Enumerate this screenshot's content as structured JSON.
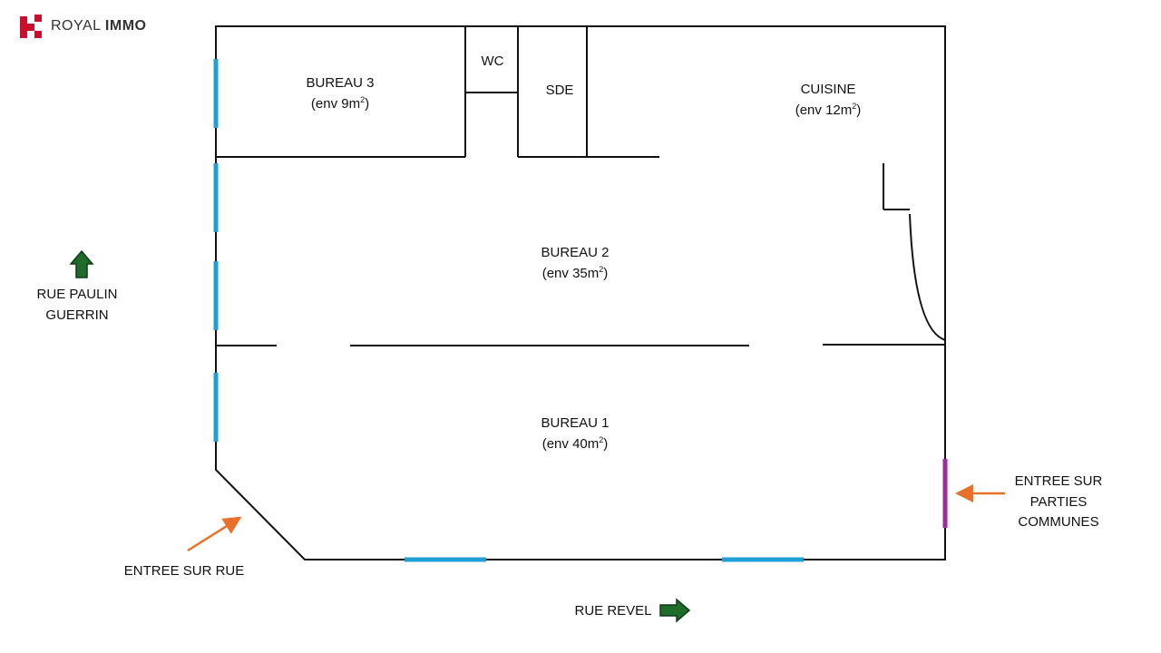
{
  "brand": {
    "name_light": "ROYAL",
    "name_bold": "IMMO",
    "color": "#c8102e"
  },
  "rooms": {
    "bureau3": {
      "name": "BUREAU 3",
      "area": "(env 9m",
      "unit_exp": "2",
      "close": ")"
    },
    "wc": {
      "name": "WC"
    },
    "sde": {
      "name": "SDE"
    },
    "cuisine": {
      "name": "CUISINE",
      "area": "(env 12m",
      "unit_exp": "2",
      "close": ")"
    },
    "bureau2": {
      "name": "BUREAU 2",
      "area": "(env 35m",
      "unit_exp": "2",
      "close": ")"
    },
    "bureau1": {
      "name": "BUREAU 1",
      "area": "(env 40m",
      "unit_exp": "2",
      "close": ")"
    }
  },
  "streets": {
    "paulin": {
      "line1": "RUE PAULIN",
      "line2": "GUERRIN"
    },
    "revel": {
      "label": "RUE REVEL"
    }
  },
  "entrances": {
    "rue": {
      "label": "ENTREE SUR RUE"
    },
    "communes": {
      "line1": "ENTREE SUR",
      "line2": "PARTIES",
      "line3": "COMMUNES"
    }
  },
  "colors": {
    "wall": "#111111",
    "window": "#1f9fd6",
    "entry_door": "#9b2d9e",
    "entry_arrow": "#e8702a",
    "street_arrow": "#1e6b2a",
    "street_arrow_stroke": "#0d3a14"
  }
}
